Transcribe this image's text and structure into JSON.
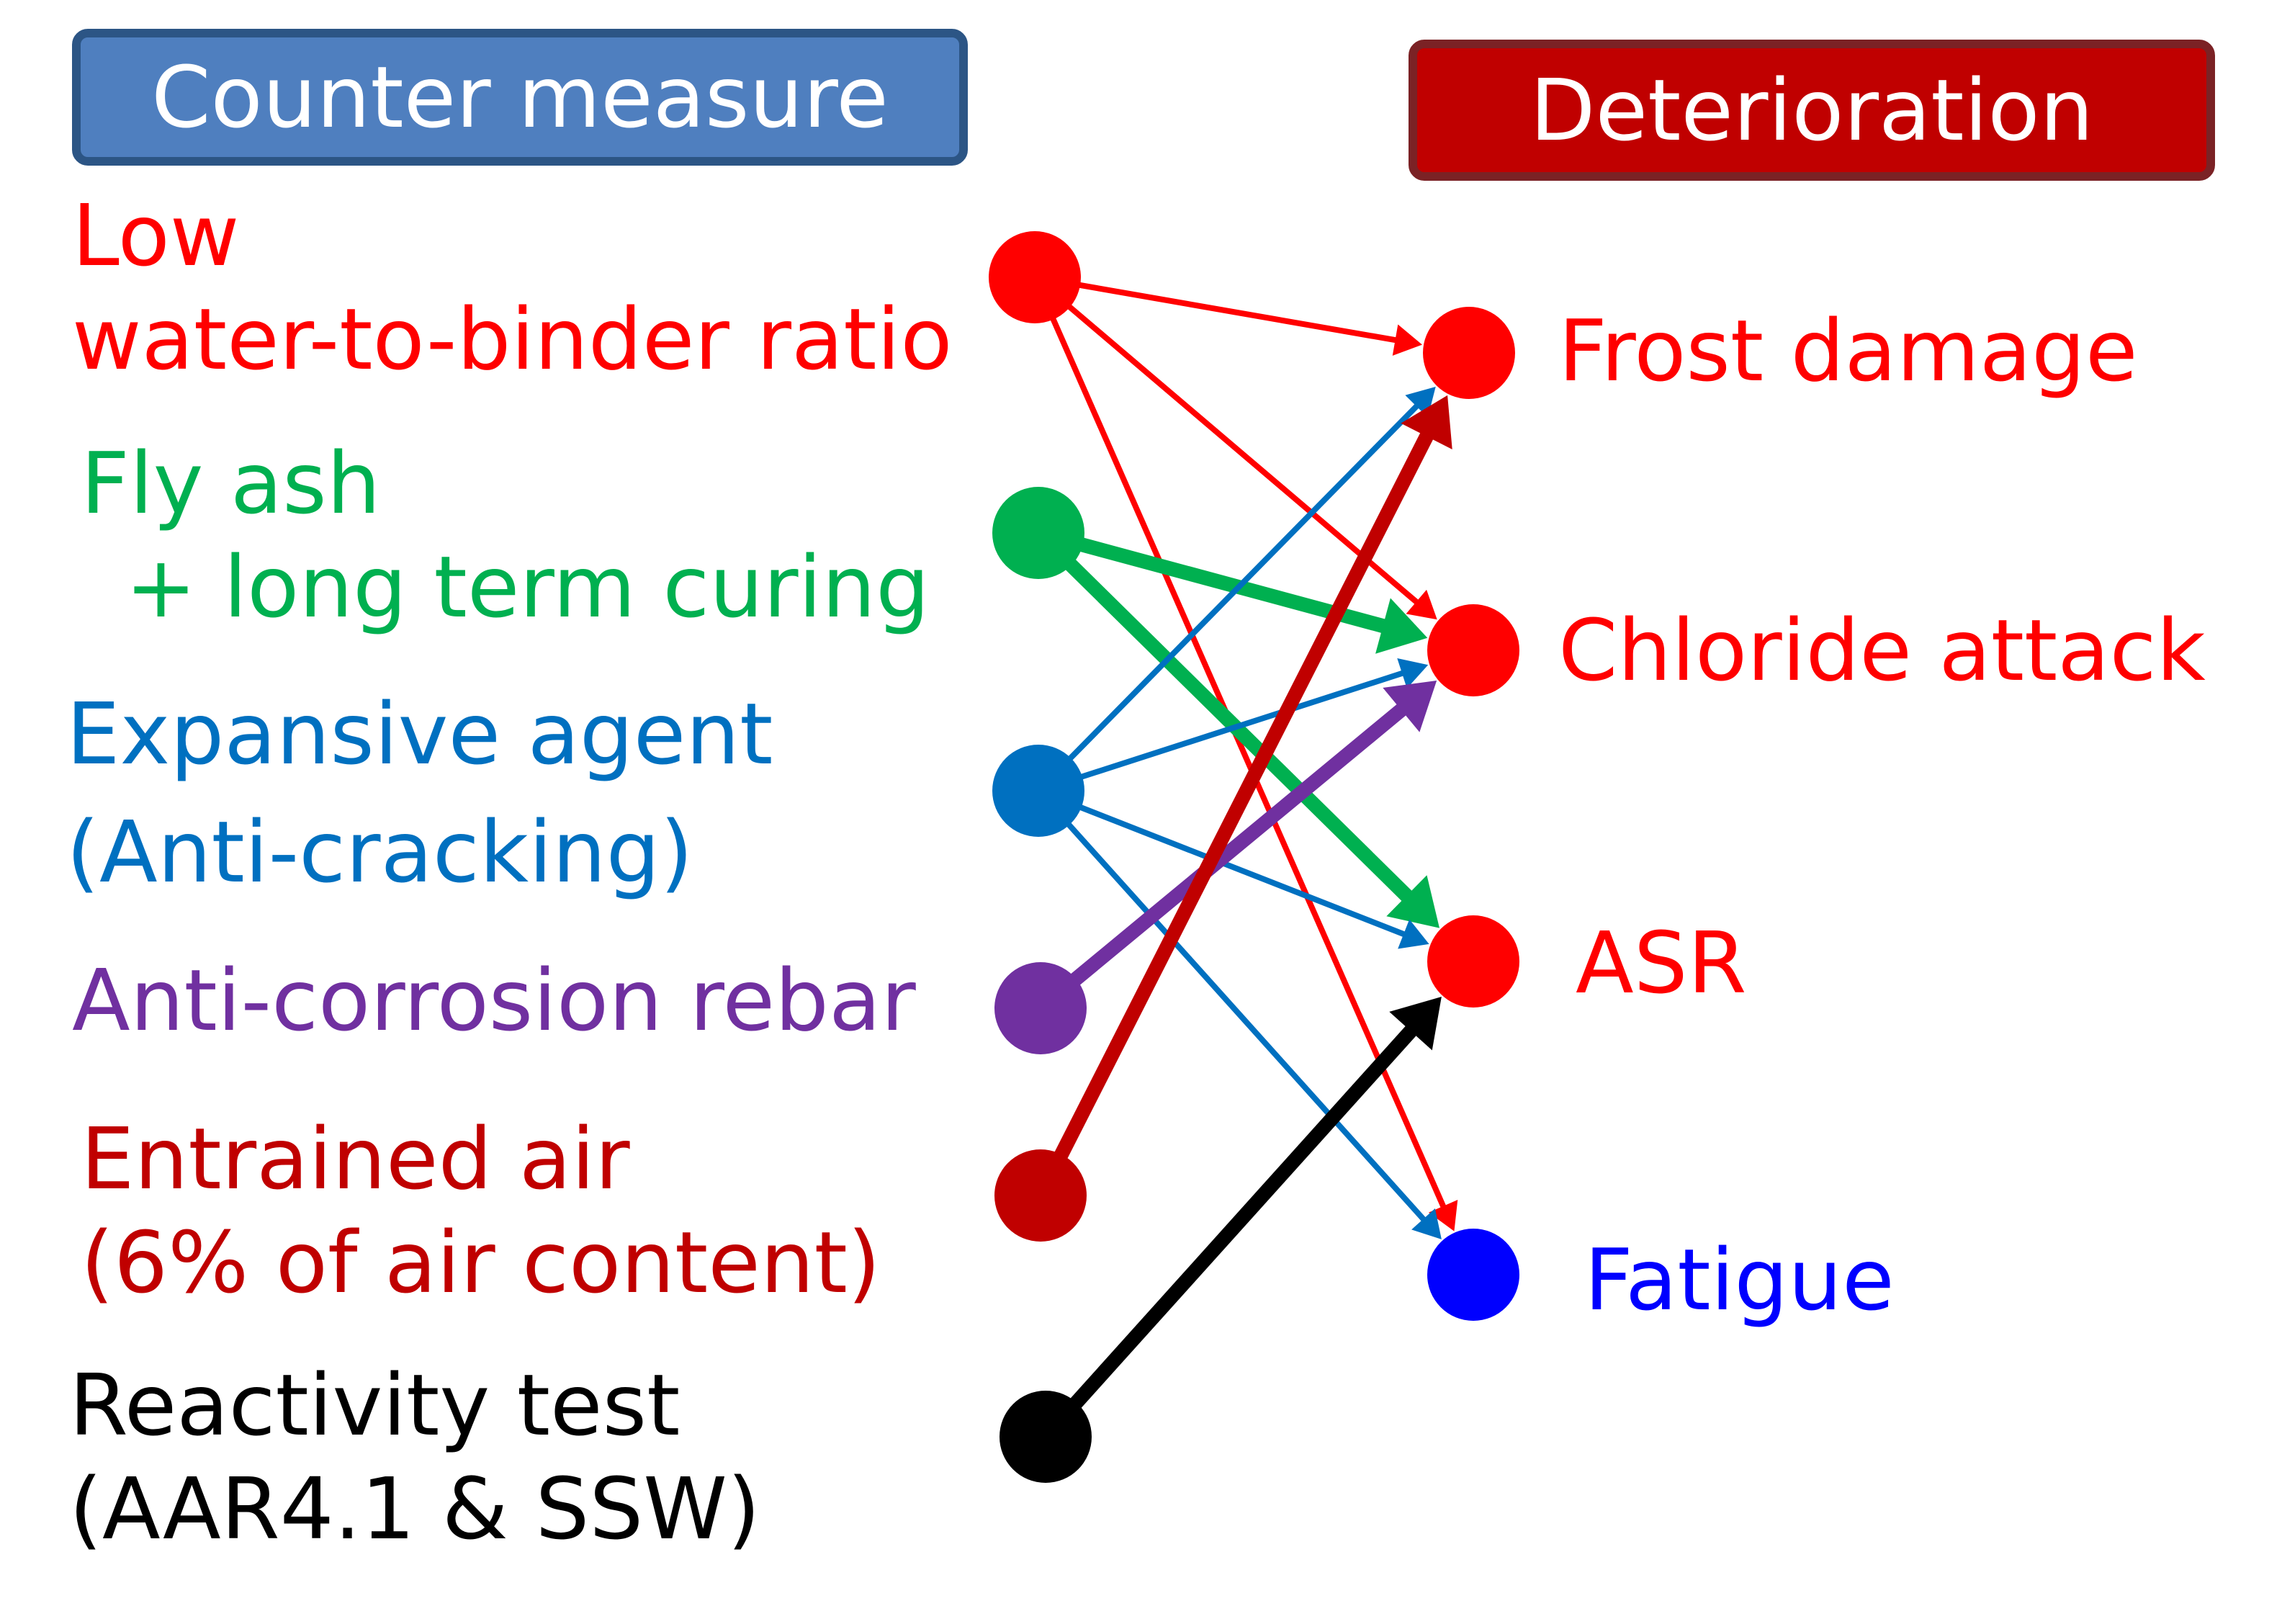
{
  "headers": {
    "countermeasure": "Counter measure",
    "deterioration": "Deterioration"
  },
  "countermeasures": [
    {
      "id": "low-wb",
      "lines": [
        "Low",
        "water-to-binder ratio"
      ],
      "color": "#ff0000"
    },
    {
      "id": "fly-ash",
      "lines": [
        "Fly ash",
        "+ long term curing"
      ],
      "color": "#00b050"
    },
    {
      "id": "expansive",
      "lines": [
        "Expansive agent",
        "(Anti-cracking)"
      ],
      "color": "#0070c0"
    },
    {
      "id": "anti-corrosion",
      "lines": [
        "Anti-corrosion rebar"
      ],
      "color": "#7030a0"
    },
    {
      "id": "entrained-air",
      "lines": [
        "Entrained air",
        "(6% of air content)"
      ],
      "color": "#c00000"
    },
    {
      "id": "reactivity",
      "lines": [
        "Reactivity test",
        "(AAR4.1 & SSW)"
      ],
      "color": "#000000"
    }
  ],
  "deteriorations": [
    {
      "id": "frost",
      "label": "Frost damage",
      "color": "#ff0000"
    },
    {
      "id": "chloride",
      "label": "Chloride attack",
      "color": "#ff0000"
    },
    {
      "id": "asr",
      "label": "ASR",
      "color": "#ff0000"
    },
    {
      "id": "fatigue",
      "label": "Fatigue",
      "color": "#0000ff"
    }
  ],
  "links": [
    {
      "from": "low-wb",
      "to": "frost",
      "weight": "thin"
    },
    {
      "from": "low-wb",
      "to": "chloride",
      "weight": "thin"
    },
    {
      "from": "low-wb",
      "to": "fatigue",
      "weight": "thin"
    },
    {
      "from": "fly-ash",
      "to": "chloride",
      "weight": "thick"
    },
    {
      "from": "fly-ash",
      "to": "asr",
      "weight": "thick"
    },
    {
      "from": "expansive",
      "to": "frost",
      "weight": "thin"
    },
    {
      "from": "expansive",
      "to": "chloride",
      "weight": "thin"
    },
    {
      "from": "expansive",
      "to": "asr",
      "weight": "thin"
    },
    {
      "from": "expansive",
      "to": "fatigue",
      "weight": "thin"
    },
    {
      "from": "anti-corrosion",
      "to": "chloride",
      "weight": "thick"
    },
    {
      "from": "entrained-air",
      "to": "frost",
      "weight": "thick"
    },
    {
      "from": "reactivity",
      "to": "asr",
      "weight": "thick"
    }
  ]
}
